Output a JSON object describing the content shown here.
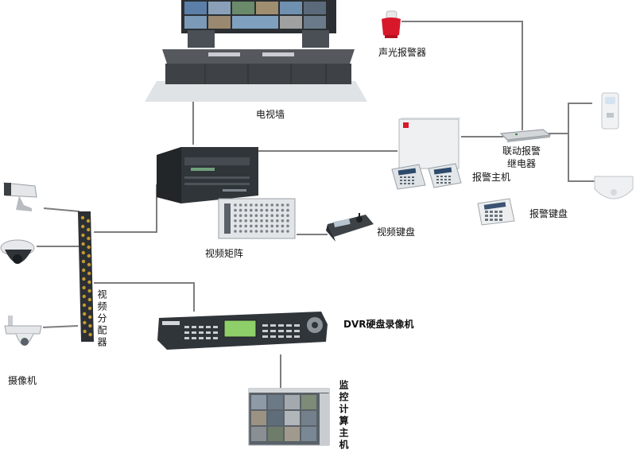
{
  "diagram": {
    "labels": {
      "tv_wall": "电视墙",
      "strobe_alarm": "声光报警器",
      "linkage_relay": "联动报警\n继电器",
      "alarm_host": "报警主机",
      "alarm_keypad": "报警键盘",
      "video_matrix": "视频矩阵",
      "video_keyboard": "视频键盘",
      "video_distributor": "视频分配器",
      "camera": "摄像机",
      "dvr": "DVR硬盘录像机",
      "monitor_pc": "监控计算主机"
    },
    "colors": {
      "line": "#7d7d7d",
      "device_dark": "#3a3f44",
      "device_silver": "#d4d7da",
      "panel_light": "#e9ecee",
      "screen_green": "#8fcf6a",
      "alarm_red": "#d8182a"
    }
  }
}
